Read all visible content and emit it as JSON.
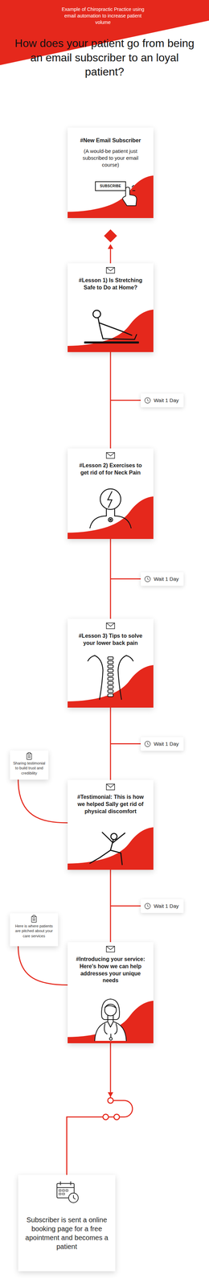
{
  "diagram": {
    "title": "How does your patient go from being an email subscriber to an loyal patient?",
    "nodes": [
      {
        "text": [
          "#New Email Subscriber",
          "(A would-be patient just subscribed to your email course)"
        ]
      },
      {
        "text": [
          "#Lesson 1) Is Stretching Safe to Do at Home?"
        ]
      },
      {
        "text": [
          "#Lesson 2) Exercises to get rid of for Neck Pain"
        ]
      },
      {
        "text": [
          "#Lesson 3) Tips to solve your lower back pain"
        ]
      },
      {
        "text": [
          "Sharing testimonial to build trust and credibility"
        ]
      },
      {
        "text": [
          "#Testimonial: This is how we helped Sally get rid of physical discomfort"
        ]
      },
      {
        "text": [
          "Here is where patients are pitched about your care services"
        ]
      },
      {
        "text": [
          "#Introducing your service: Here's how we can help addresses your unique needs"
        ]
      },
      {
        "text": [
          "Subscriber is sent a online booking page for a free apointment and becomes a patient"
        ]
      }
    ],
    "edges": [
      {
        "from": 1,
        "to": 0,
        "arrow": "to"
      },
      {
        "from": 1,
        "to": 2,
        "label": "Wait 1 Day",
        "arrow": "none"
      },
      {
        "from": 2,
        "to": 3,
        "label": "Wait 1 Day",
        "arrow": "none"
      },
      {
        "from": 3,
        "to": 5,
        "label": "Wait 1 Day",
        "arrow": "none"
      },
      {
        "from": 4,
        "to": 5,
        "arrow": "none"
      },
      {
        "from": 5,
        "to": 7,
        "label": "Wait 1 Day",
        "arrow": "none"
      },
      {
        "from": 6,
        "to": 7,
        "arrow": "none"
      },
      {
        "from": 7,
        "to": 8,
        "arrow": "to"
      }
    ],
    "labels": [
      "Example of Chiropractic Practice using email automation to increase patient volume",
      "SUBSCRIBE"
    ]
  }
}
